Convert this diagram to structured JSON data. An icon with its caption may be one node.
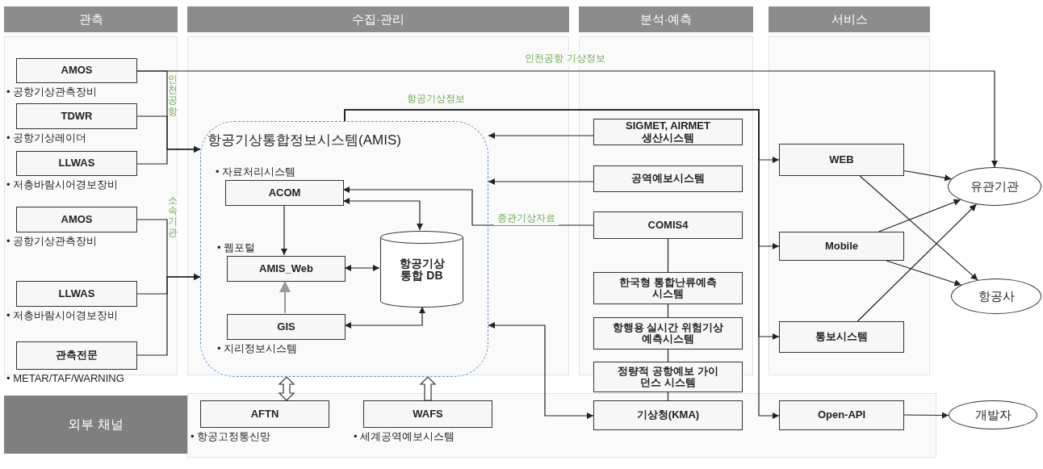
{
  "diagram": {
    "nodes": [
      {
        "text": [
          "관측"
        ]
      },
      {
        "text": [
          "수집·관리"
        ]
      },
      {
        "text": [
          "분석·예측"
        ]
      },
      {
        "text": [
          "서비스"
        ]
      },
      {
        "text": [
          "AMOS"
        ],
        "beside": [
          "• 공항기상관측장비"
        ]
      },
      {
        "text": [
          "TDWR"
        ],
        "beside": [
          "• 공항기상레이더"
        ]
      },
      {
        "text": [
          "LLWAS"
        ],
        "beside": [
          "• 저층바람시어경보장비"
        ]
      },
      {
        "text": [
          "AMOS"
        ],
        "beside": [
          "• 공항기상관측장비"
        ]
      },
      {
        "text": [
          "LLWAS"
        ],
        "beside": [
          "• 저층바람시어경보장비"
        ]
      },
      {
        "text": [
          "관측전문"
        ],
        "beside": [
          "• METAR/TAF/WARNING"
        ]
      },
      {
        "text": [
          "항공기상통합정보시스템(AMIS)"
        ]
      },
      {
        "text": [
          "ACOM"
        ],
        "beside": [
          "• 자료처리시스템"
        ],
        "in": 10
      },
      {
        "text": [
          "AMIS_Web"
        ],
        "beside": [
          "• 웹포털"
        ],
        "in": 10
      },
      {
        "text": [
          "GIS"
        ],
        "beside": [
          "• 지리정보시스템"
        ],
        "in": 10
      },
      {
        "text": [
          "항공기상 통합 DB"
        ],
        "in": 10
      },
      {
        "text": [
          "SIGMET, AIRMET 생산시스템"
        ]
      },
      {
        "text": [
          "공역예보시스템"
        ]
      },
      {
        "text": [
          "COMIS4"
        ]
      },
      {
        "text": [
          "한국형 통합난류예측시스템"
        ]
      },
      {
        "text": [
          "항행용 실시간 위험기상 예측시스템"
        ]
      },
      {
        "text": [
          "정량적 공항예보 가이던스 시스템"
        ]
      },
      {
        "text": [
          "WEB"
        ]
      },
      {
        "text": [
          "Mobile"
        ]
      },
      {
        "text": [
          "통보시스템"
        ]
      },
      {
        "text": [
          "유관기관"
        ]
      },
      {
        "text": [
          "항공사"
        ]
      },
      {
        "text": [
          "외부 채널"
        ]
      },
      {
        "text": [
          "AFTN"
        ],
        "beside": [
          "• 항공고정통신망"
        ]
      },
      {
        "text": [
          "WAFS"
        ],
        "beside": [
          "• 세계공역예보시스템"
        ]
      },
      {
        "text": [
          "기상청(KMA)"
        ]
      },
      {
        "text": [
          "Open-API"
        ]
      },
      {
        "text": [
          "개발자"
        ]
      }
    ],
    "edges": [
      {
        "from": 4,
        "to": 10,
        "arrow": "to"
      },
      {
        "from": 5,
        "to": 10,
        "arrow": "to"
      },
      {
        "from": 6,
        "to": 10,
        "arrow": "to"
      },
      {
        "from": 4,
        "to": 24,
        "arrow": "to",
        "label": "인천공항 기상정보"
      },
      {
        "from": 7,
        "to": 10,
        "arrow": "to"
      },
      {
        "from": 8,
        "to": 10,
        "arrow": "to"
      },
      {
        "from": 9,
        "to": 10,
        "arrow": "to"
      },
      {
        "from": 15,
        "to": 10,
        "arrow": "to"
      },
      {
        "from": 16,
        "to": 10,
        "arrow": "to"
      },
      {
        "from": 17,
        "to": 11,
        "arrow": "to",
        "label": "종관기상자료"
      },
      {
        "from": 11,
        "to": 14,
        "arrow": "both"
      },
      {
        "from": 11,
        "to": 12,
        "arrow": "to"
      },
      {
        "from": 12,
        "to": 14,
        "arrow": "both"
      },
      {
        "from": 13,
        "to": 12,
        "arrow": "to",
        "color": "#999999"
      },
      {
        "from": 13,
        "to": 14,
        "arrow": "both"
      },
      {
        "from": 29,
        "to": 10,
        "arrow": "both"
      },
      {
        "from": 17,
        "to": 18,
        "arrow": "none"
      },
      {
        "from": 18,
        "to": 19,
        "arrow": "none"
      },
      {
        "from": 19,
        "to": 20,
        "arrow": "none"
      },
      {
        "from": 20,
        "to": 29,
        "arrow": "none"
      },
      {
        "from": 10,
        "to": 21,
        "arrow": "to",
        "label": "항공기상정보"
      },
      {
        "from": 10,
        "to": 22,
        "arrow": "to"
      },
      {
        "from": 10,
        "to": 23,
        "arrow": "to"
      },
      {
        "from": 10,
        "to": 30,
        "arrow": "to"
      },
      {
        "from": 21,
        "to": 24,
        "arrow": "to"
      },
      {
        "from": 21,
        "to": 25,
        "arrow": "to"
      },
      {
        "from": 22,
        "to": 24,
        "arrow": "to"
      },
      {
        "from": 22,
        "to": 25,
        "arrow": "to"
      },
      {
        "from": 23,
        "to": 24,
        "arrow": "to"
      },
      {
        "from": 30,
        "to": 31,
        "arrow": "to"
      },
      {
        "from": 27,
        "to": 10,
        "arrow": "both",
        "style": "thick"
      },
      {
        "from": 28,
        "to": 10,
        "arrow": "to",
        "style": "thick"
      }
    ],
    "labels": [
      "인천공항",
      "소속기관"
    ]
  }
}
